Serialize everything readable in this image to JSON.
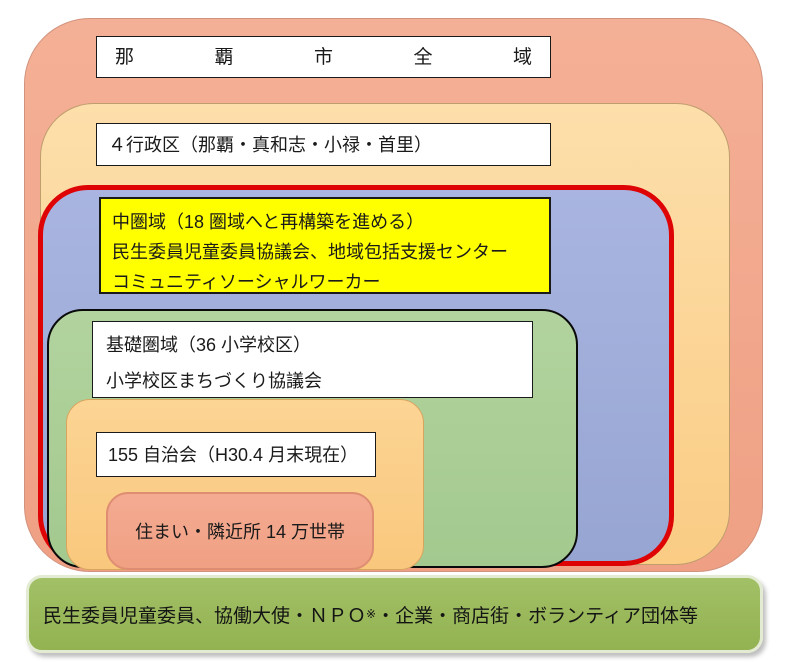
{
  "colors": {
    "city_salmon": "#F1A78C",
    "districts_peach": "#FBD598",
    "middle_blue": "#A0ACDA",
    "middle_red_border": "#DE0406",
    "basic_green": "#ABCD97",
    "jichikai_orange": "#FBCF88",
    "home_salmon": "#F2A58A",
    "highlight_yellow": "#FFFF00",
    "bar_green": "#9ABA58"
  },
  "layers": {
    "city": {
      "label": "那覇市全域",
      "chars": [
        "那",
        "覇",
        "市",
        "全",
        "域"
      ]
    },
    "districts": {
      "label": "４行政区（那覇・真和志・小禄・首里）"
    },
    "middle": {
      "line1": "中圏域（18 圏域へと再構築を進める）",
      "line2": "民生委員児童委員協議会、地域包括支援センター",
      "line3": "コミュニティソーシャルワーカー"
    },
    "basic": {
      "line1": "基礎圏域（36 小学校区）",
      "line2": "小学校区まちづくり協議会"
    },
    "jichikai": {
      "label": "155 自治会（H30.4 月末現在）"
    },
    "home": {
      "label": "住まい・隣近所 14 万世帯"
    },
    "bar": {
      "pre": "民生委員児童委員、協働大使・ＮＰＯ",
      "sup": "※",
      "post": "・企業・商店街・ボランティア団体等"
    }
  }
}
